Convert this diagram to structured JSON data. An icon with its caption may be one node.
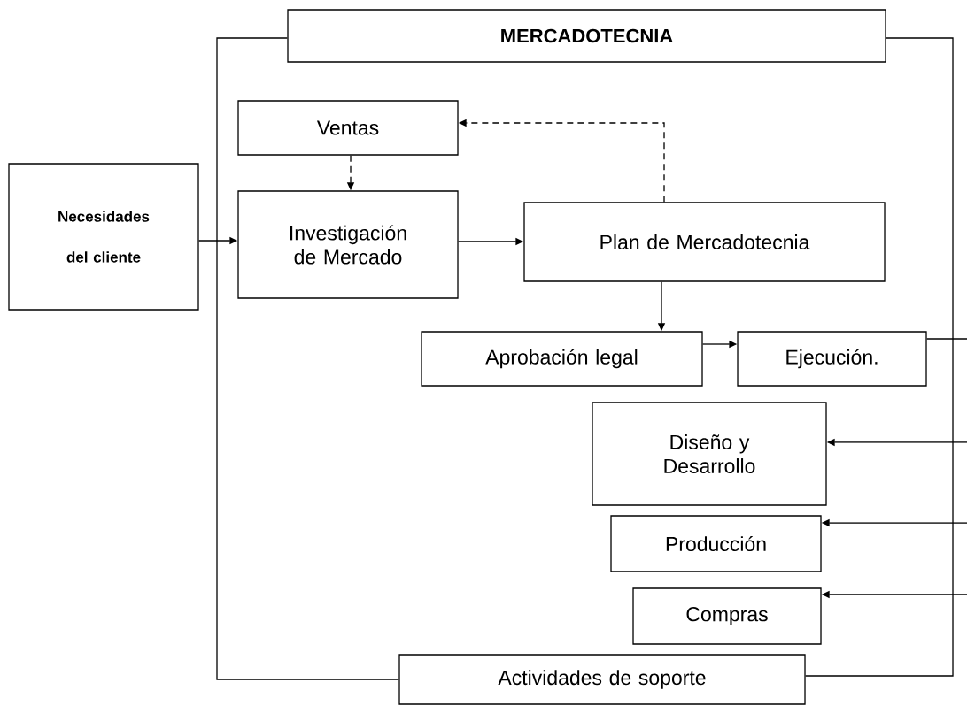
{
  "diagram": {
    "nodes": [
      {
        "text": [
          "MERCADOTECNIA"
        ]
      },
      {
        "text": [
          "Actividades de soporte"
        ]
      },
      {
        "text": [
          "Necesidades del cliente"
        ]
      },
      {
        "text": [
          "Ventas"
        ]
      },
      {
        "text": [
          "Investigación de Mercado"
        ]
      },
      {
        "text": [
          "Plan de Mercadotecnia"
        ]
      },
      {
        "text": [
          "Aprobación legal"
        ]
      },
      {
        "text": [
          "Ejecución."
        ]
      },
      {
        "text": [
          "Diseño y Desarrollo"
        ]
      },
      {
        "text": [
          "Producción"
        ]
      },
      {
        "text": [
          "Compras"
        ]
      }
    ],
    "edges": [
      {
        "from": 0,
        "to": 1,
        "arrow": "none"
      },
      {
        "from": 1,
        "to": 0,
        "arrow": "none"
      },
      {
        "from": 2,
        "to": 4,
        "arrow": "to"
      },
      {
        "from": 3,
        "to": 4,
        "arrow": "to",
        "style": "dashed"
      },
      {
        "from": 5,
        "to": 3,
        "arrow": "to",
        "style": "dashed"
      },
      {
        "from": 4,
        "to": 5,
        "arrow": "to"
      },
      {
        "from": 5,
        "to": 6,
        "arrow": "to"
      },
      {
        "from": 6,
        "to": 7,
        "arrow": "to"
      },
      {
        "from": 7,
        "to": null,
        "arrow": "none"
      },
      {
        "from": null,
        "to": 8,
        "arrow": "to"
      },
      {
        "from": null,
        "to": 9,
        "arrow": "to"
      },
      {
        "from": null,
        "to": 10,
        "arrow": "to"
      }
    ]
  }
}
